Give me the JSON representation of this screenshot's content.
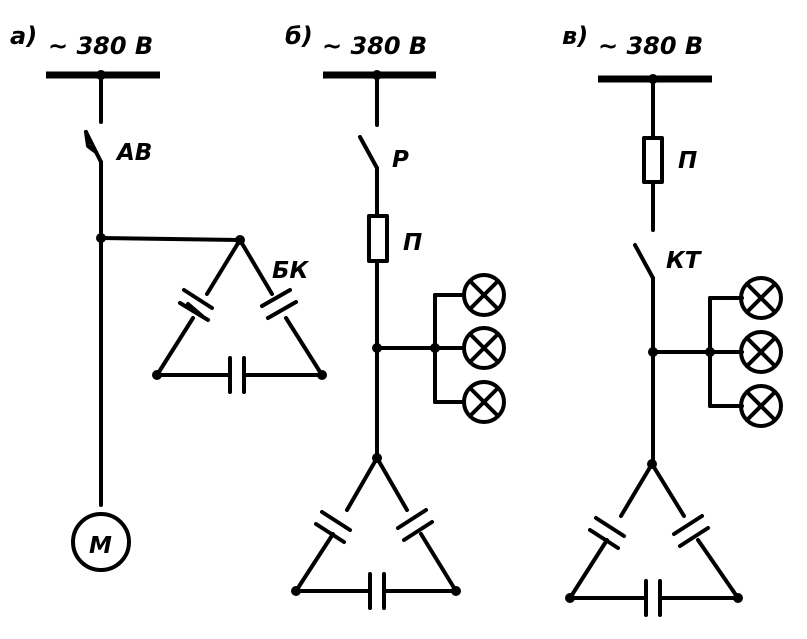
{
  "diagram_a": {
    "label": "а)",
    "voltage": "~ 380 В",
    "breaker": "АВ",
    "capacitor_bank": "БК",
    "motor": "М"
  },
  "diagram_b": {
    "label": "б)",
    "voltage": "~ 380 В",
    "switch": "Р",
    "fuse": "П"
  },
  "diagram_c": {
    "label": "в)",
    "voltage": "~ 380 В",
    "fuse": "П",
    "contactor": "КТ"
  },
  "icons": {
    "lamp": "lamp-icon",
    "capacitor": "capacitor-icon",
    "motor": "motor-icon",
    "fuse": "fuse-icon",
    "switch": "switch-icon"
  }
}
